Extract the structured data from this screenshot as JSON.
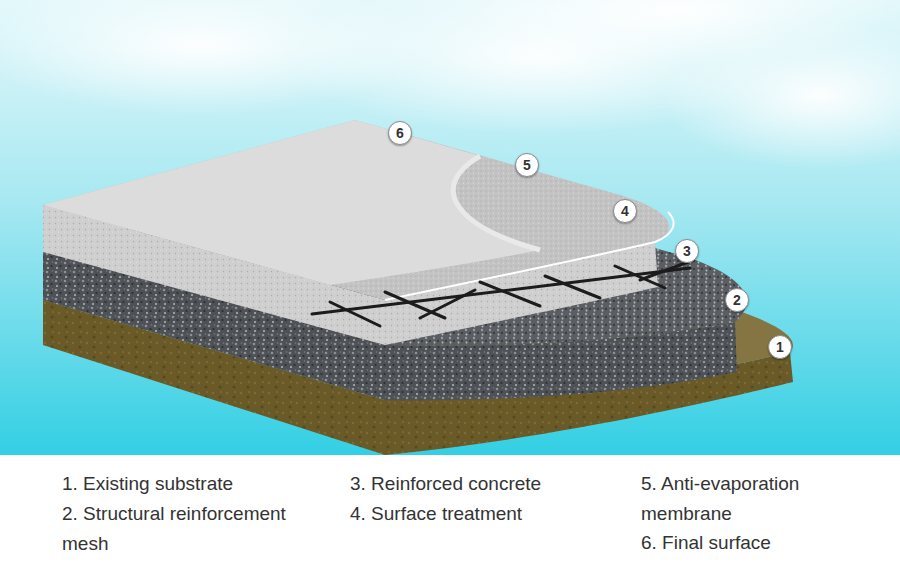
{
  "diagram": {
    "nodes": [
      {
        "text": [
          "6"
        ]
      },
      {
        "text": [
          "5"
        ]
      },
      {
        "text": [
          "4"
        ]
      },
      {
        "text": [
          "3"
        ]
      },
      {
        "text": [
          "2"
        ]
      },
      {
        "text": [
          "1"
        ]
      }
    ],
    "labels": [
      "1. Existing substrate",
      "2. Structural reinforcement mesh",
      "3. Reinforced concrete",
      "4. Surface treatment",
      "5. Anti-evaporation membrane",
      "6. Final surface"
    ]
  }
}
